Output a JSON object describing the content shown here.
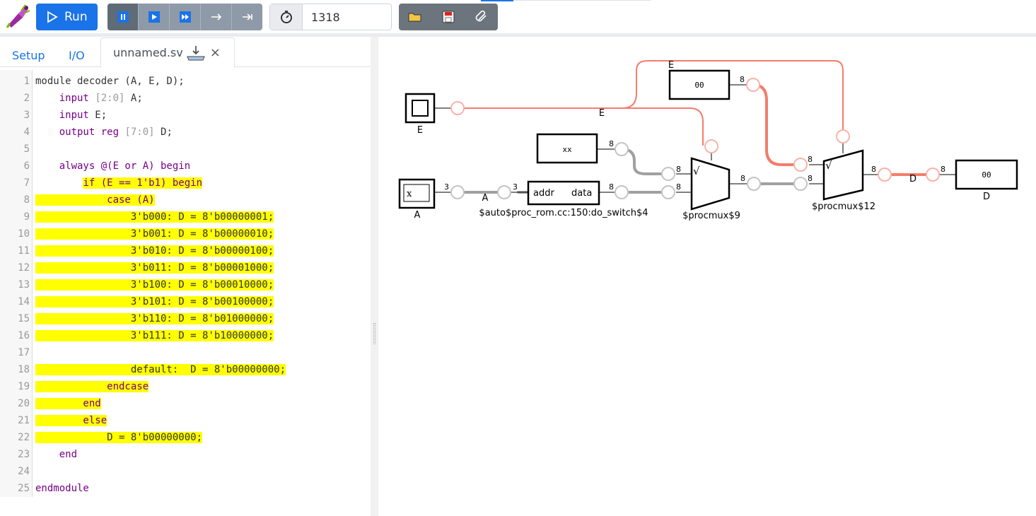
{
  "toolbar": {
    "run_label": "Run",
    "timer_value": "1318"
  },
  "tabs": {
    "setup": "Setup",
    "io": "I/O",
    "file": "unnamed.sv",
    "close": "×"
  },
  "editor": {
    "lines": [
      {
        "n": "1",
        "parts": [
          {
            "t": "module decoder (A, E, D);"
          }
        ]
      },
      {
        "n": "2",
        "parts": [
          {
            "t": "    "
          },
          {
            "t": "input",
            "c": "kw"
          },
          {
            "t": " "
          },
          {
            "t": "[2:0]",
            "c": "dim"
          },
          {
            "t": " A;"
          }
        ]
      },
      {
        "n": "3",
        "parts": [
          {
            "t": "    "
          },
          {
            "t": "input",
            "c": "kw"
          },
          {
            "t": " E;"
          }
        ]
      },
      {
        "n": "4",
        "parts": [
          {
            "t": "    "
          },
          {
            "t": "output reg",
            "c": "kw"
          },
          {
            "t": " "
          },
          {
            "t": "[7:0]",
            "c": "dim"
          },
          {
            "t": " D;"
          }
        ]
      },
      {
        "n": "5",
        "parts": [
          {
            "t": ""
          }
        ]
      },
      {
        "n": "6",
        "parts": [
          {
            "t": "    "
          },
          {
            "t": "always @(E or A) begin",
            "c": "kw"
          }
        ]
      },
      {
        "n": "7",
        "parts": [
          {
            "t": "        "
          },
          {
            "t": "if (E == 1'b1) begin",
            "c": "kw hl"
          }
        ]
      },
      {
        "n": "8",
        "hl": true,
        "parts": [
          {
            "t": "            case (A)",
            "c": "kw"
          }
        ]
      },
      {
        "n": "9",
        "hl": true,
        "parts": [
          {
            "t": "                3'b000: D = 8'b00000001;"
          }
        ]
      },
      {
        "n": "10",
        "hl": true,
        "parts": [
          {
            "t": "                3'b001: D = 8'b00000010;"
          }
        ]
      },
      {
        "n": "11",
        "hl": true,
        "parts": [
          {
            "t": "                3'b010: D = 8'b00000100;"
          }
        ]
      },
      {
        "n": "12",
        "hl": true,
        "parts": [
          {
            "t": "                3'b011: D = 8'b00001000;"
          }
        ]
      },
      {
        "n": "13",
        "hl": true,
        "parts": [
          {
            "t": "                3'b100: D = 8'b00010000;"
          }
        ]
      },
      {
        "n": "14",
        "hl": true,
        "parts": [
          {
            "t": "                3'b101: D = 8'b00100000;"
          }
        ]
      },
      {
        "n": "15",
        "hl": true,
        "parts": [
          {
            "t": "                3'b110: D = 8'b01000000;"
          }
        ]
      },
      {
        "n": "16",
        "hl": true,
        "parts": [
          {
            "t": "                3'b111: D = 8'b10000000;"
          }
        ]
      },
      {
        "n": "17",
        "parts": [
          {
            "t": ""
          }
        ]
      },
      {
        "n": "18",
        "hl": true,
        "parts": [
          {
            "t": "                default:  D = 8'b00000000;"
          }
        ]
      },
      {
        "n": "19",
        "hl": true,
        "parts": [
          {
            "t": "            endcase",
            "c": "kw"
          }
        ]
      },
      {
        "n": "20",
        "hl": true,
        "parts": [
          {
            "t": "        end",
            "c": "kw"
          }
        ]
      },
      {
        "n": "21",
        "hl": true,
        "parts": [
          {
            "t": "        else",
            "c": "kw"
          }
        ]
      },
      {
        "n": "22",
        "hl": true,
        "parts": [
          {
            "t": "            D = 8'b00000000;"
          }
        ]
      },
      {
        "n": "23",
        "parts": [
          {
            "t": "    "
          },
          {
            "t": "end",
            "c": "kw"
          }
        ]
      },
      {
        "n": "24",
        "parts": [
          {
            "t": ""
          }
        ]
      },
      {
        "n": "25",
        "parts": [
          {
            "t": "endmodule",
            "c": "kw"
          }
        ]
      }
    ]
  },
  "diagram": {
    "input_E_label": "E",
    "input_A_label": "A",
    "input_A_value": "x",
    "output_D_label": "D",
    "output_D_value": "00",
    "const_00_value": "00",
    "const_xx_value": "xx",
    "net_E_top": "E",
    "net_E_mid": "E",
    "net_A": "A",
    "net_D": "D",
    "rom_addr": "addr",
    "rom_data": "data",
    "rom_name": "$auto$proc_rom.cc:150:do_switch$4",
    "mux9_name": "$procmux$9",
    "mux12_name": "$procmux$12",
    "width_3": "3",
    "width_8": "8",
    "checkmark": "√",
    "colors": {
      "active": "#f47c6b",
      "inactive": "#a0a0a0",
      "port_active": "#f9b3a9",
      "port_inactive": "#c4c4c4"
    }
  }
}
